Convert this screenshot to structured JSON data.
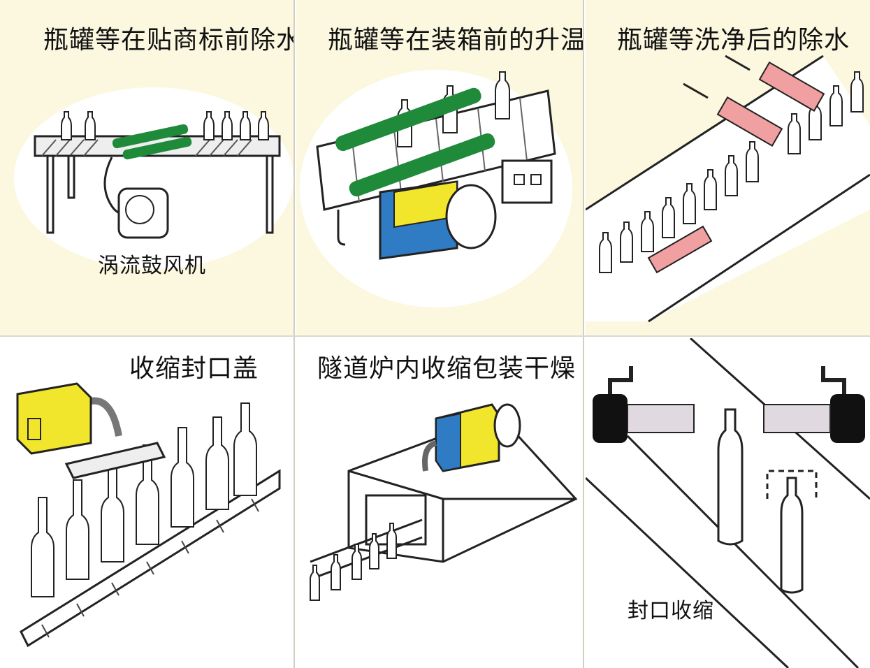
{
  "panels": [
    {
      "title": "瓶罐等在贴商标前除水",
      "label": "涡流鼓风机"
    },
    {
      "title": "瓶罐等在装箱前的升温"
    },
    {
      "title": "瓶罐等洗净后的除水"
    },
    {
      "title": "收缩封口盖"
    },
    {
      "title": "隧道炉内收缩包装干燥"
    },
    {
      "label": "封口收缩"
    }
  ],
  "colors": {
    "panel_bg": "#fbf8df",
    "green": "#1f8a3a",
    "yellow": "#f2e62c",
    "blue": "#2f7cc4",
    "pink": "#f0a0a0",
    "outline": "#222222"
  }
}
